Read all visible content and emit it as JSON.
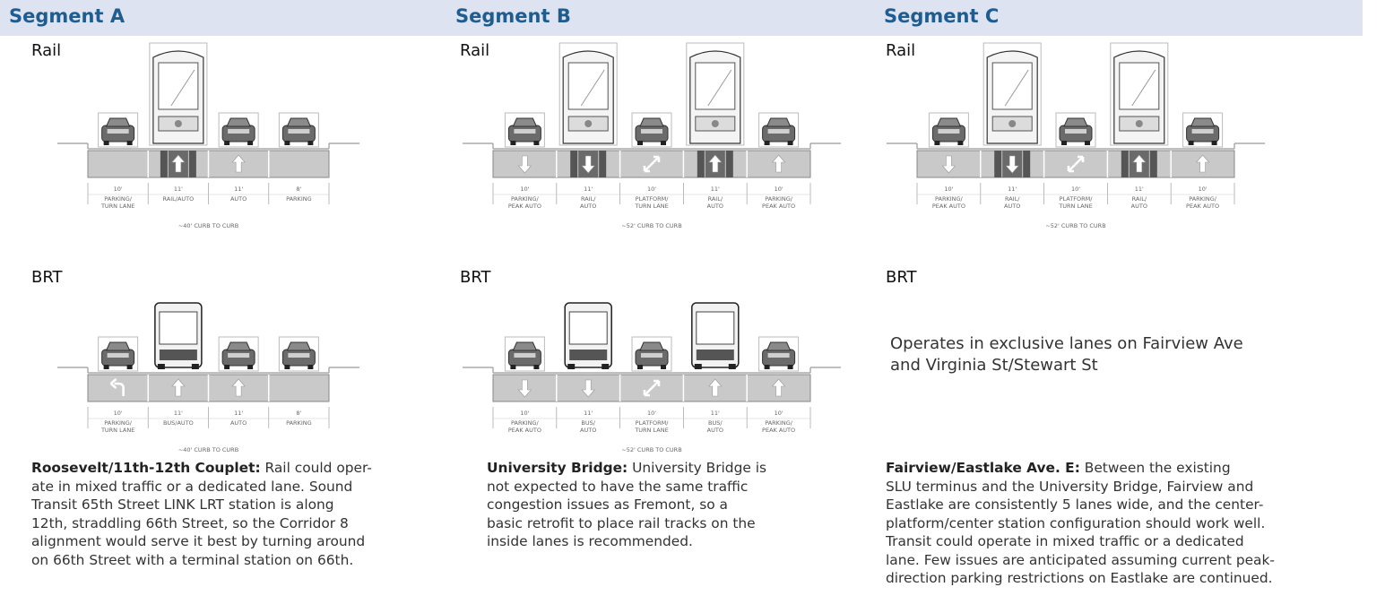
{
  "segments": [
    {
      "title": "Segment A",
      "rail_label": "Rail",
      "brt_label": "BRT",
      "rail_section": {
        "lanes": [
          {
            "width": "10'",
            "use": [
              "PARKING/",
              "TURN LANE"
            ],
            "arrow": "none",
            "vehicle": "car",
            "rail": false
          },
          {
            "width": "11'",
            "use": [
              "RAIL/AUTO"
            ],
            "arrow": "up",
            "vehicle": "train",
            "rail": true
          },
          {
            "width": "11'",
            "use": [
              "AUTO"
            ],
            "arrow": "up",
            "vehicle": "car",
            "rail": false
          },
          {
            "width": "8'",
            "use": [
              "PARKING"
            ],
            "arrow": "none",
            "vehicle": "car",
            "rail": false
          }
        ],
        "total": "~40' CURB TO CURB"
      },
      "brt_section": {
        "lanes": [
          {
            "width": "10'",
            "use": [
              "PARKING/",
              "TURN LANE"
            ],
            "arrow": "turn",
            "vehicle": "car",
            "rail": false
          },
          {
            "width": "11'",
            "use": [
              "BUS/AUTO"
            ],
            "arrow": "up",
            "vehicle": "bus",
            "rail": false
          },
          {
            "width": "11'",
            "use": [
              "AUTO"
            ],
            "arrow": "up",
            "vehicle": "car",
            "rail": false
          },
          {
            "width": "8'",
            "use": [
              "PARKING"
            ],
            "arrow": "none",
            "vehicle": "car",
            "rail": false
          }
        ],
        "total": "~40' CURB TO CURB"
      },
      "brt_note": "",
      "description_title": "Roosevelt/11th-12th Couplet:",
      "description_lines": [
        "Rail could oper-",
        "ate in mixed traffic or a dedicated lane.  Sound",
        "Transit 65th Street LINK LRT station is along",
        "12th, straddling 66th Street, so the Corridor 8",
        "alignment would serve it best by turning around",
        "on 66th Street with a terminal station on 66th."
      ]
    },
    {
      "title": "Segment B",
      "rail_label": "Rail",
      "brt_label": "BRT",
      "rail_section": {
        "lanes": [
          {
            "width": "10'",
            "use": [
              "PARKING/",
              "PEAK AUTO"
            ],
            "arrow": "down",
            "vehicle": "car",
            "rail": false
          },
          {
            "width": "11'",
            "use": [
              "RAIL/",
              "AUTO"
            ],
            "arrow": "down",
            "vehicle": "train",
            "rail": true
          },
          {
            "width": "10'",
            "use": [
              "PLATFORM/",
              "TURN LANE"
            ],
            "arrow": "both",
            "vehicle": "car",
            "rail": false
          },
          {
            "width": "11'",
            "use": [
              "RAIL/",
              "AUTO"
            ],
            "arrow": "up",
            "vehicle": "train",
            "rail": true
          },
          {
            "width": "10'",
            "use": [
              "PARKING/",
              "PEAK AUTO"
            ],
            "arrow": "up",
            "vehicle": "car",
            "rail": false
          }
        ],
        "total": "~52' CURB TO CURB"
      },
      "brt_section": {
        "lanes": [
          {
            "width": "10'",
            "use": [
              "PARKING/",
              "PEAK AUTO"
            ],
            "arrow": "down",
            "vehicle": "car",
            "rail": false
          },
          {
            "width": "11'",
            "use": [
              "BUS/",
              "AUTO"
            ],
            "arrow": "down",
            "vehicle": "bus",
            "rail": false
          },
          {
            "width": "10'",
            "use": [
              "PLATFORM/",
              "TURN LANE"
            ],
            "arrow": "both",
            "vehicle": "car",
            "rail": false
          },
          {
            "width": "11'",
            "use": [
              "BUS/",
              "AUTO"
            ],
            "arrow": "up",
            "vehicle": "bus",
            "rail": false
          },
          {
            "width": "10'",
            "use": [
              "PARKING/",
              "PEAK AUTO"
            ],
            "arrow": "up",
            "vehicle": "car",
            "rail": false
          }
        ],
        "total": "~52' CURB TO CURB"
      },
      "brt_note": "",
      "description_title": "University Bridge:",
      "description_lines": [
        "University Bridge is",
        "not expected to have the same traffic",
        "congestion issues as Fremont, so a",
        "basic retrofit to place rail tracks on the",
        "inside lanes is recommended."
      ]
    },
    {
      "title": "Segment C",
      "rail_label": "Rail",
      "brt_label": "BRT",
      "rail_section": {
        "lanes": [
          {
            "width": "10'",
            "use": [
              "PARKING/",
              "PEAK AUTO"
            ],
            "arrow": "down",
            "vehicle": "car",
            "rail": false
          },
          {
            "width": "11'",
            "use": [
              "RAIL/",
              "AUTO"
            ],
            "arrow": "down",
            "vehicle": "train",
            "rail": true
          },
          {
            "width": "10'",
            "use": [
              "PLATFORM/",
              "TURN LANE"
            ],
            "arrow": "both",
            "vehicle": "car",
            "rail": false
          },
          {
            "width": "11'",
            "use": [
              "RAIL/",
              "AUTO"
            ],
            "arrow": "up",
            "vehicle": "train",
            "rail": true
          },
          {
            "width": "10'",
            "use": [
              "PARKING/",
              "PEAK AUTO"
            ],
            "arrow": "up",
            "vehicle": "car",
            "rail": false
          }
        ],
        "total": "~52' CURB TO CURB"
      },
      "brt_section": null,
      "brt_note": "Operates in exclusive lanes on Fairview Ave and Virginia St/Stewart St",
      "description_title": "Fairview/Eastlake Ave. E:",
      "description_lines": [
        "Between the existing",
        "SLU terminus and the University Bridge, Fairview and",
        "Eastlake are consistently 5 lanes wide, and the center-",
        "platform/center station configuration should work well.",
        "Transit could operate in mixed traffic or a dedicated",
        "lane. Few issues are anticipated assuming current peak-",
        "direction parking restrictions on Eastlake are continued."
      ]
    }
  ],
  "colors": {
    "heading": "#1f5c8f",
    "header_band": "#dde3f0",
    "lane_fill": "#c9c9c9",
    "rail_strip": "#555555",
    "line": "#9a9a9a"
  }
}
